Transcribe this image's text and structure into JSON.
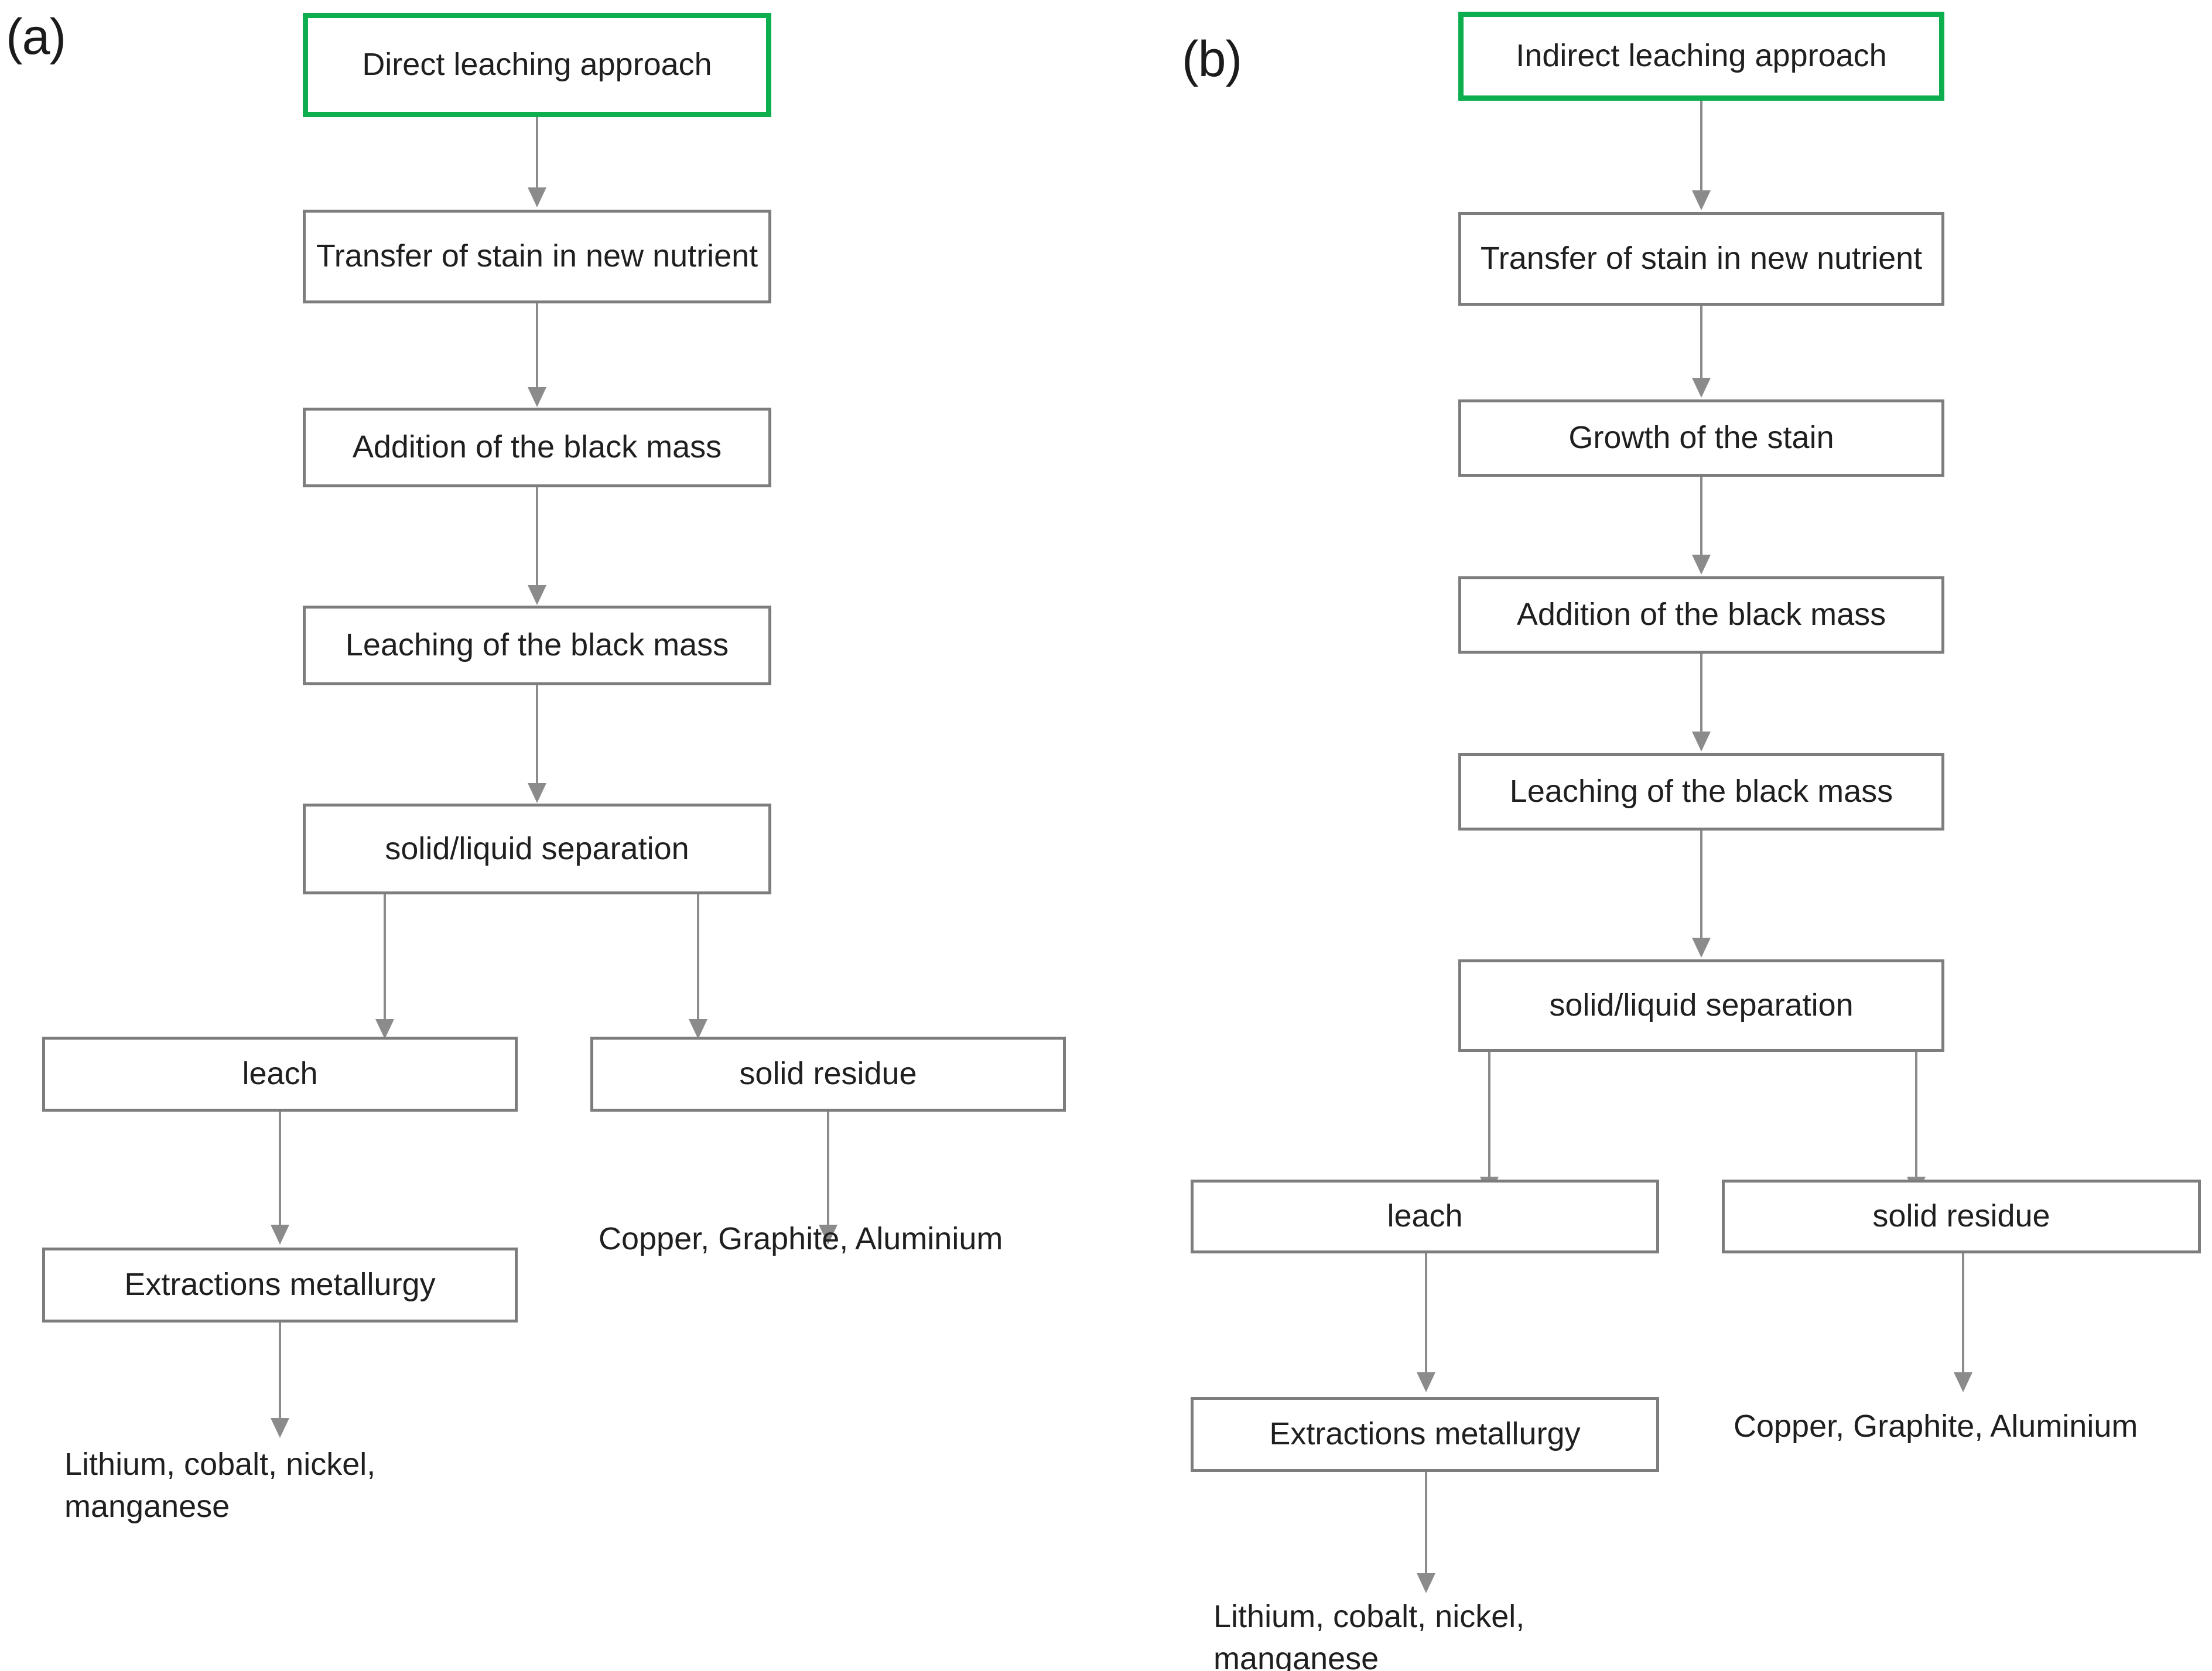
{
  "figure": {
    "type": "flowchart",
    "description": "Two-panel process flow diagram comparing direct and indirect bioleaching approaches for black mass recycling",
    "panels": [
      {
        "id": "a",
        "label": "(a)",
        "title": "Direct leaching approach",
        "accent_color": "#0DAE4D",
        "box_border_color": "#7d7d7d",
        "arrow_color": "#8b8b8b",
        "nodes": [
          {
            "id": "a-start",
            "label": "Direct leaching approach",
            "style": "start"
          },
          {
            "id": "a-transfer",
            "label": "Transfer of  stain in new nutrient",
            "style": "process"
          },
          {
            "id": "a-addition",
            "label": "Addition of the black mass",
            "style": "process"
          },
          {
            "id": "a-leaching",
            "label": "Leaching of the black mass",
            "style": "process"
          },
          {
            "id": "a-sep",
            "label": "solid/liquid separation",
            "style": "process"
          },
          {
            "id": "a-leach",
            "label": "leach",
            "style": "process"
          },
          {
            "id": "a-residue",
            "label": "solid residue",
            "style": "process"
          },
          {
            "id": "a-extract",
            "label": "Extractions metallurgy",
            "style": "process"
          }
        ],
        "outputs": [
          {
            "id": "a-out-metals",
            "label": "Lithium, cobalt, nickel,\nmanganese"
          },
          {
            "id": "a-out-residue",
            "label": "Copper, Graphite, Aluminium"
          }
        ],
        "edges": [
          {
            "from": "a-start",
            "to": "a-transfer"
          },
          {
            "from": "a-transfer",
            "to": "a-addition"
          },
          {
            "from": "a-addition",
            "to": "a-leaching"
          },
          {
            "from": "a-leaching",
            "to": "a-sep"
          },
          {
            "from": "a-sep",
            "to": "a-leach"
          },
          {
            "from": "a-sep",
            "to": "a-residue"
          },
          {
            "from": "a-leach",
            "to": "a-extract"
          },
          {
            "from": "a-extract",
            "to": "a-out-metals"
          },
          {
            "from": "a-residue",
            "to": "a-out-residue"
          }
        ]
      },
      {
        "id": "b",
        "label": "(b)",
        "title": "Indirect leaching approach",
        "accent_color": "#0DAE4D",
        "box_border_color": "#7d7d7d",
        "arrow_color": "#8b8b8b",
        "nodes": [
          {
            "id": "b-start",
            "label": "Indirect leaching approach",
            "style": "start"
          },
          {
            "id": "b-transfer",
            "label": "Transfer of  stain in new nutrient",
            "style": "process"
          },
          {
            "id": "b-growth",
            "label": "Growth of the stain",
            "style": "process"
          },
          {
            "id": "b-addition",
            "label": "Addition of the black mass",
            "style": "process"
          },
          {
            "id": "b-leaching",
            "label": "Leaching of the black mass",
            "style": "process"
          },
          {
            "id": "b-sep",
            "label": "solid/liquid separation",
            "style": "process"
          },
          {
            "id": "b-leach",
            "label": "leach",
            "style": "process"
          },
          {
            "id": "b-residue",
            "label": "solid residue",
            "style": "process"
          },
          {
            "id": "b-extract",
            "label": "Extractions metallurgy",
            "style": "process"
          }
        ],
        "outputs": [
          {
            "id": "b-out-metals",
            "label": "Lithium, cobalt, nickel,\nmanganese"
          },
          {
            "id": "b-out-residue",
            "label": "Copper, Graphite, Aluminium"
          }
        ],
        "edges": [
          {
            "from": "b-start",
            "to": "b-transfer"
          },
          {
            "from": "b-transfer",
            "to": "b-growth"
          },
          {
            "from": "b-growth",
            "to": "b-addition"
          },
          {
            "from": "b-addition",
            "to": "b-leaching"
          },
          {
            "from": "b-leaching",
            "to": "b-sep"
          },
          {
            "from": "b-sep",
            "to": "b-leach"
          },
          {
            "from": "b-sep",
            "to": "b-residue"
          },
          {
            "from": "b-leach",
            "to": "b-extract"
          },
          {
            "from": "b-extract",
            "to": "b-out-metals"
          },
          {
            "from": "b-residue",
            "to": "b-out-residue"
          }
        ]
      }
    ]
  }
}
